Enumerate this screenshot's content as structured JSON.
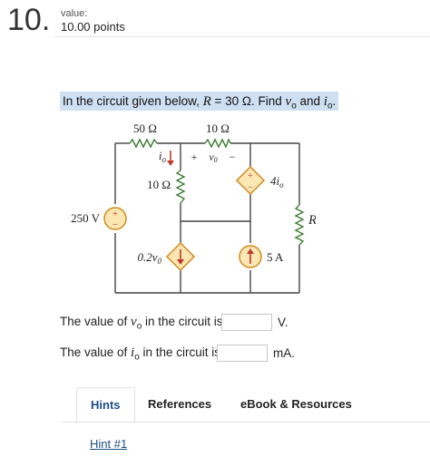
{
  "question": {
    "number": "10.",
    "value_label": "value:",
    "points": "10.00 points"
  },
  "prompt": {
    "lead": "In the circuit given below, ",
    "r_var": "R",
    "r_value": " = 30 Ω. Find ",
    "v_var": "v",
    "v_sub": "o",
    "and_text": " and ",
    "i_var": "i",
    "i_sub": "o",
    "end": "."
  },
  "circuit": {
    "r1_label": "50 Ω",
    "r2_label": "10 Ω",
    "r3_label": "10 Ω",
    "r_label": "R",
    "source_label": "250 V",
    "io_label": "i",
    "io_sub": "o",
    "vo_plus": "+",
    "vo_label": "v",
    "vo_sub": "0",
    "vo_minus": "−",
    "dep_voltage_label": "4i",
    "dep_voltage_sub": "o",
    "dep_current_label": "0.2v",
    "dep_current_sub": "0",
    "current_source_label": "5 A",
    "plus": "+",
    "minus": "−"
  },
  "answers": {
    "row1": {
      "lead": "The value of ",
      "var": "v",
      "sub": "o",
      "tail": " in the circuit is",
      "value": "",
      "unit": "V."
    },
    "row2": {
      "lead": "The value of ",
      "var": "i",
      "sub": "o",
      "tail": " in the circuit is",
      "value": "",
      "unit": "mA."
    }
  },
  "tabs": [
    {
      "label": "Hints",
      "active": true
    },
    {
      "label": "References",
      "active": false
    },
    {
      "label": "eBook & Resources",
      "active": false
    }
  ],
  "hint_link": "Hint #1",
  "colors": {
    "accent_link": "#1c4f85",
    "highlight": "#cfe0f3",
    "source_fill": "#fbe7b4",
    "source_stroke": "#d28a1e",
    "source_arrow": "#c0392b",
    "resistor": "#3d7d32",
    "wire": "#444444"
  }
}
